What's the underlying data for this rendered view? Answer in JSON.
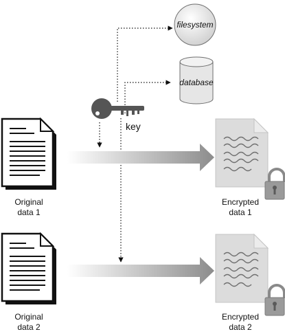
{
  "nodes": {
    "filesystem": "filesystem",
    "database": "database",
    "key": "key"
  },
  "documents": {
    "original_1": {
      "line1": "Original",
      "line2": "data 1"
    },
    "original_2": {
      "line1": "Original",
      "line2": "data 2"
    },
    "encrypted_1": {
      "line1": "Encrypted",
      "line2": "data 1"
    },
    "encrypted_2": {
      "line1": "Encrypted",
      "line2": "data 2"
    }
  },
  "colors": {
    "ink": "#111111",
    "cylinder_fill": "#e6e6e6",
    "encrypted_doc_fill": "#dcdcdc",
    "lock_fill": "#9a9a9a",
    "key_fill": "#555555",
    "arrow_light": "#ffffff",
    "arrow_dark": "#8c8c8c"
  }
}
